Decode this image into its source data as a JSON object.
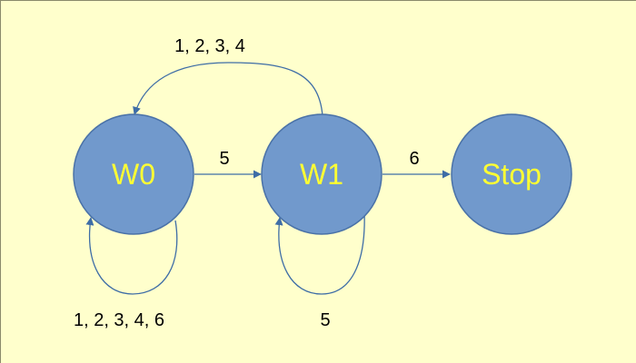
{
  "colors": {
    "background": "#ffffcc",
    "state_fill": "#7199cc",
    "state_stroke": "#4a72a8",
    "state_text": "#ffff33",
    "edge": "#3e6da6",
    "edge_text": "#000000"
  },
  "states": [
    {
      "id": "w0",
      "label": "W0"
    },
    {
      "id": "w1",
      "label": "W1"
    },
    {
      "id": "stop",
      "label": "Stop"
    }
  ],
  "transitions": [
    {
      "id": "w1-to-w0",
      "from": "W1",
      "to": "W0",
      "label": "1, 2, 3, 4"
    },
    {
      "id": "w0-to-w1",
      "from": "W0",
      "to": "W1",
      "label": "5"
    },
    {
      "id": "w1-to-stop",
      "from": "W1",
      "to": "Stop",
      "label": "6"
    },
    {
      "id": "w0-self",
      "from": "W0",
      "to": "W0",
      "label": "1, 2, 3, 4, 6"
    },
    {
      "id": "w1-self",
      "from": "W1",
      "to": "W1",
      "label": "5"
    }
  ]
}
